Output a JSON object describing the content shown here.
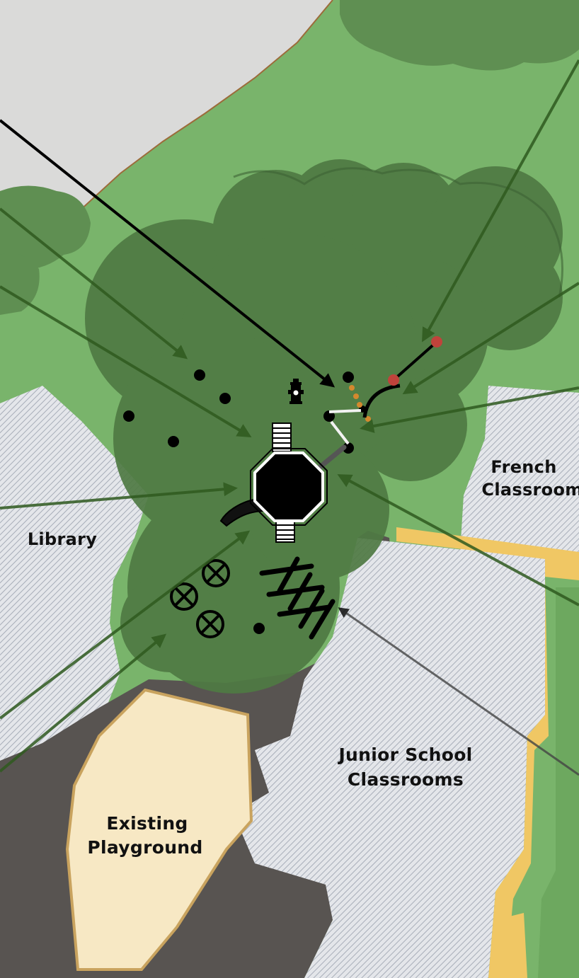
{
  "labels": {
    "library": "Library",
    "french_line1": "French",
    "french_line2": "Classroom",
    "junior_line1": "Junior School",
    "junior_line2": "Classrooms",
    "playground_line1": "Existing",
    "playground_line2": "Playground"
  },
  "colors": {
    "lawn": "#79b46b",
    "tree_canopy": "#4f7a43",
    "building_hatch": "#e4e6ea",
    "hatch_line": "#a7adb8",
    "pavement": "#585451",
    "playground_surface": "#f7e8c4",
    "playground_border": "#c9a35e",
    "path_yellow": "#f0c764",
    "grey_area": "#dadad9",
    "boundary_line": "#9c6b3a",
    "arrow_green": "#2f5a1f",
    "arrow_black": "#000000",
    "marker_red": "#c0433b",
    "marker_orange": "#d4892e"
  },
  "icons": {
    "hydrant": "fire-hydrant-icon",
    "play_tower": "octagon-play-tower-icon",
    "slide": "slide-icon",
    "ladder": "ladder-icon",
    "seat": "circle-cross-icon",
    "log_pile": "log-pile-icon"
  }
}
